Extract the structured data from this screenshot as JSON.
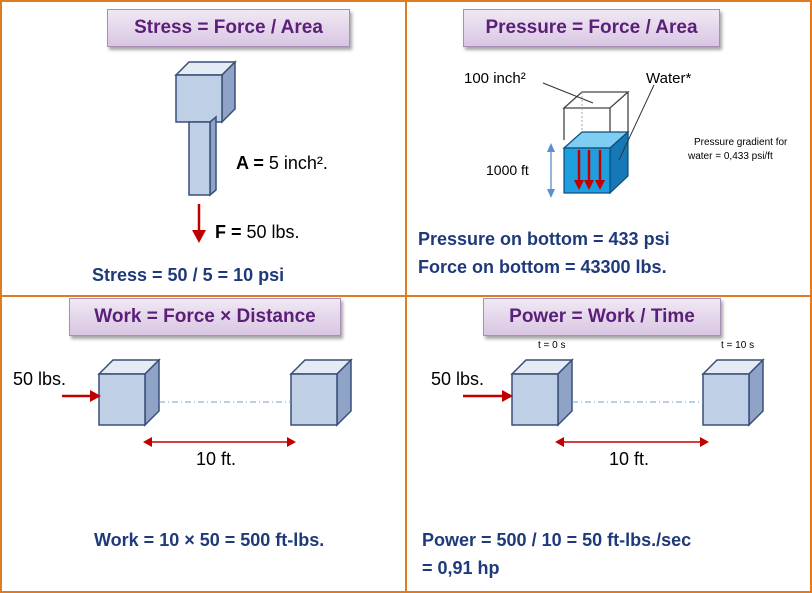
{
  "stress": {
    "title": "Stress = Force / Area",
    "area_bold": "A =",
    "area_value": " 5 inch².",
    "force_bold": "F =",
    "force_value": " 50 lbs.",
    "result": "Stress = 50 / 5 = 10 psi"
  },
  "pressure": {
    "title": "Pressure = Force / Area",
    "area_label": "100 inch²",
    "water_label": "Water*",
    "height_label": "1000 ft",
    "gradient_note_1": "Pressure gradient for",
    "gradient_note_2": "water = 0,433 psi/ft",
    "result_1": "Pressure  on bottom = 433 psi",
    "result_2": "Force on bottom = 43300  lbs."
  },
  "work": {
    "title": "Work = Force × Distance",
    "force_label": "50 lbs.",
    "distance_label": "10 ft.",
    "result": "Work = 10 × 50 = 500 ft-lbs."
  },
  "power": {
    "title": "Power = Work / Time",
    "force_label": "50 lbs.",
    "time_start": "t = 0 s",
    "time_end": "t = 10 s",
    "distance_label": "10 ft.",
    "result_1": "Power = 500 / 10 = 50 ft-lbs./sec",
    "result_2": "= 0,91 hp"
  },
  "colors": {
    "border": "#e07b22",
    "arrow": "#c00000",
    "text_navy": "#1f3a7a",
    "title_text": "#5b1f7a",
    "block_face": "#bfcfe6",
    "water": "#1e9fe0"
  }
}
